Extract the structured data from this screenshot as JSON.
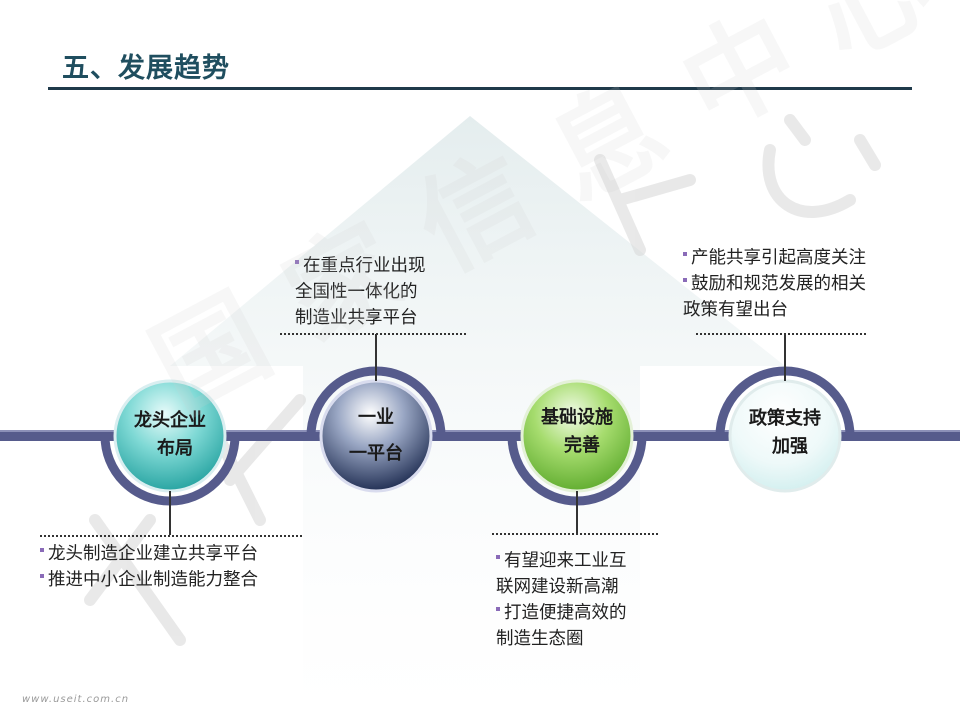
{
  "slide": {
    "title": "五、发展趋势",
    "footer": "www.useit.com.cn"
  },
  "colors": {
    "title": "#1f4e5f",
    "timeline": "#565b8c",
    "circle_teal": "#2fb6b3",
    "circle_navy": "#1c2b52",
    "circle_green": "#7cc442",
    "circle_light": "#f0fbfb",
    "bullet": "#8a6bb8"
  },
  "nodes": [
    {
      "label_lines": [
        "龙头企业",
        "布局"
      ],
      "style": "teal"
    },
    {
      "label_lines": [
        "一业",
        "一平台"
      ],
      "style": "navy"
    },
    {
      "label_lines": [
        "基础设施",
        "完善"
      ],
      "style": "green"
    },
    {
      "label_lines": [
        "政策支持",
        "加强"
      ],
      "style": "light"
    }
  ],
  "notes": {
    "node1_bottom": [
      "龙头制造企业建立共享平台",
      "推进中小企业制造能力整合"
    ],
    "node2_top": [
      "在重点行业出现",
      "全国性一体化的",
      "制造业共享平台"
    ],
    "node3_bottom": [
      "有望迎来工业互",
      "联网建设新高潮",
      "打造便捷高效的",
      "制造生态圈"
    ],
    "node4_top": [
      "产能共享引起高度关注",
      "鼓励和规范发展的相关",
      "政策有望出台"
    ]
  },
  "watermark": "国家信息中心"
}
